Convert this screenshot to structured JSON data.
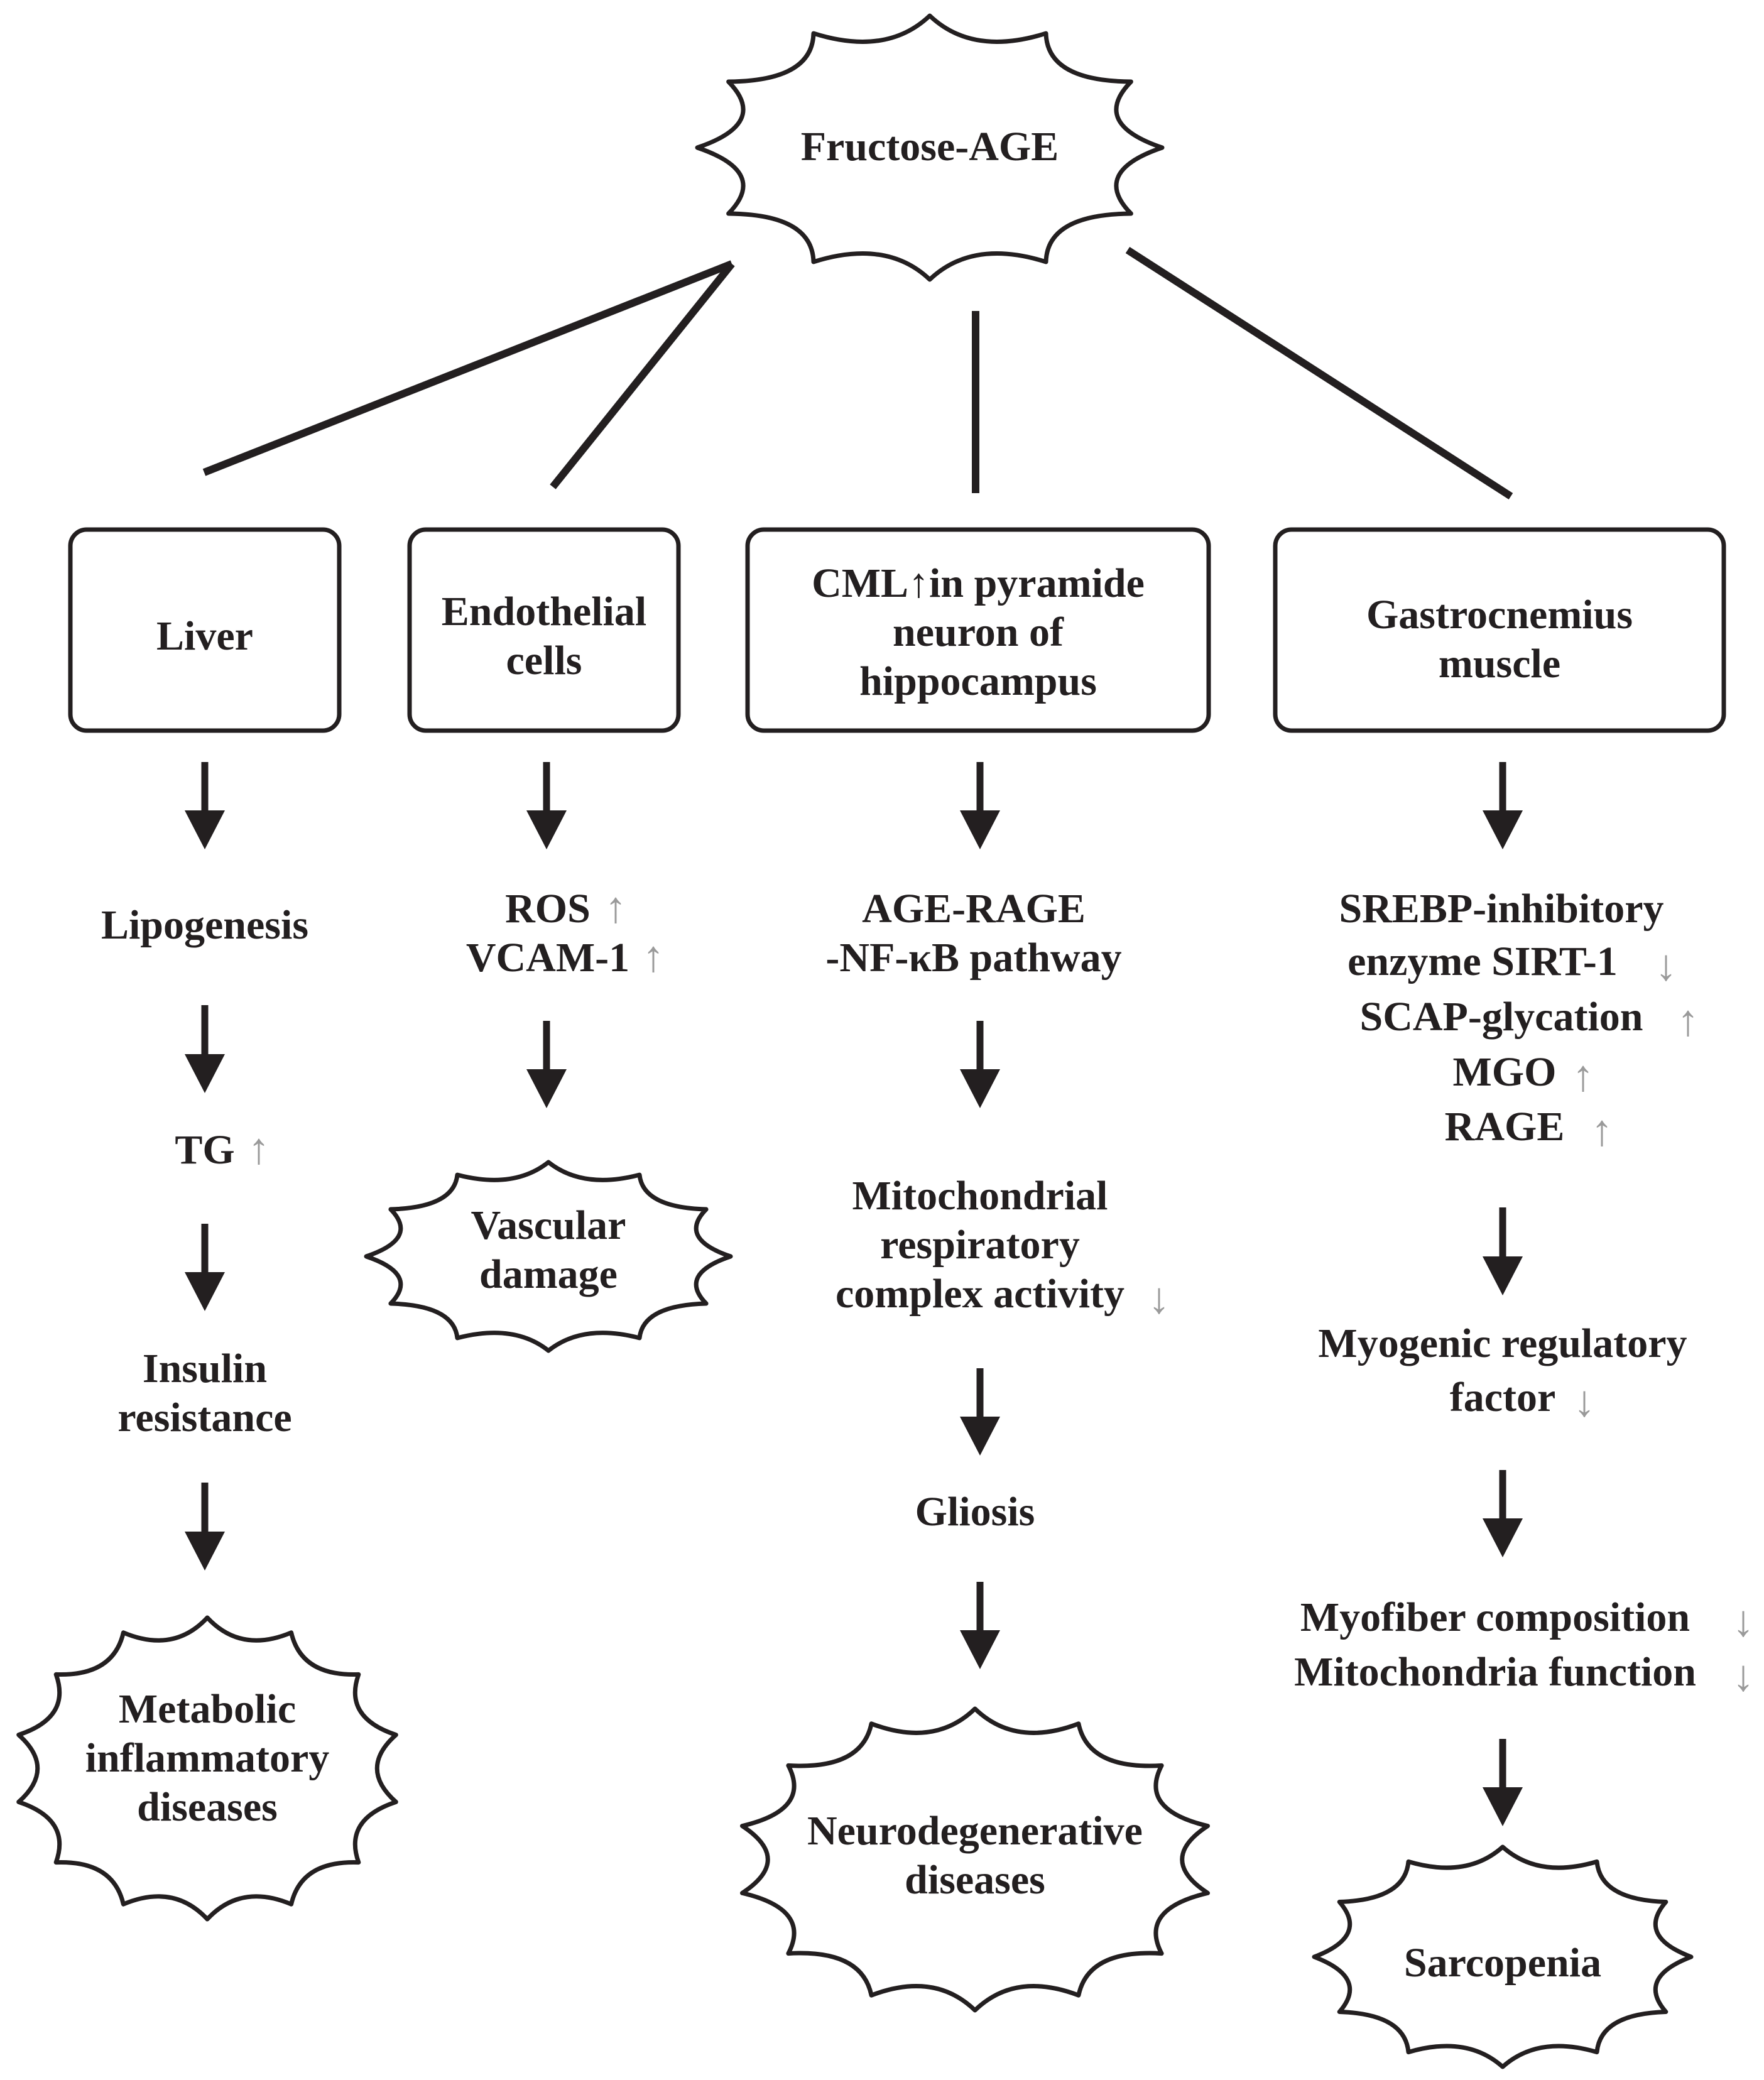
{
  "root": {
    "label": "Fructose-AGE"
  },
  "branches": [
    {
      "id": "liver",
      "box": [
        "Liver"
      ],
      "steps": [
        [
          {
            "t": "Lipogenesis"
          }
        ],
        [
          {
            "t": "TG",
            "a": "up"
          }
        ],
        [
          {
            "t": "Insulin"
          },
          {
            "t": "resistance"
          }
        ]
      ],
      "outcome": [
        "Metabolic",
        "inflammatory",
        "diseases"
      ]
    },
    {
      "id": "endothelial",
      "box": [
        "Endothelial",
        "cells"
      ],
      "steps": [
        [
          {
            "t": "ROS",
            "a": "up"
          },
          {
            "t": "VCAM-1",
            "a": "up"
          }
        ]
      ],
      "outcome": [
        "Vascular",
        "damage"
      ]
    },
    {
      "id": "hippocampus",
      "box": [
        "CML↑in pyramide",
        "neuron of",
        "hippocampus"
      ],
      "steps": [
        [
          {
            "t": "AGE-RAGE"
          },
          {
            "t": "-NF-κB pathway"
          }
        ],
        [
          {
            "t": "Mitochondrial"
          },
          {
            "t": "respiratory"
          },
          {
            "t": "complex activity",
            "a": "down"
          }
        ],
        [
          {
            "t": "Gliosis"
          }
        ]
      ],
      "outcome": [
        "Neurodegenerative",
        "diseases"
      ]
    },
    {
      "id": "muscle",
      "box": [
        "Gastrocnemius",
        "muscle"
      ],
      "steps": [
        [
          {
            "t": "SREBP-inhibitory"
          },
          {
            "t": "enzyme SIRT-1",
            "a": "down"
          },
          {
            "t": "SCAP-glycation",
            "a": "up"
          },
          {
            "t": "MGO",
            "a": "up"
          },
          {
            "t": "RAGE",
            "a": "up"
          }
        ],
        [
          {
            "t": "Myogenic regulatory"
          },
          {
            "t": "factor",
            "a": "down"
          }
        ],
        [
          {
            "t": "Myofiber composition",
            "a": "down"
          },
          {
            "t": "Mitochondria function",
            "a": "down"
          }
        ]
      ],
      "outcome": [
        "Sarcopenia"
      ]
    }
  ],
  "indicators": {
    "up": "↑",
    "down": "↓"
  },
  "colors": {
    "ink": "#231f20",
    "indicator": "#9a9a9a",
    "background": "#ffffff"
  }
}
